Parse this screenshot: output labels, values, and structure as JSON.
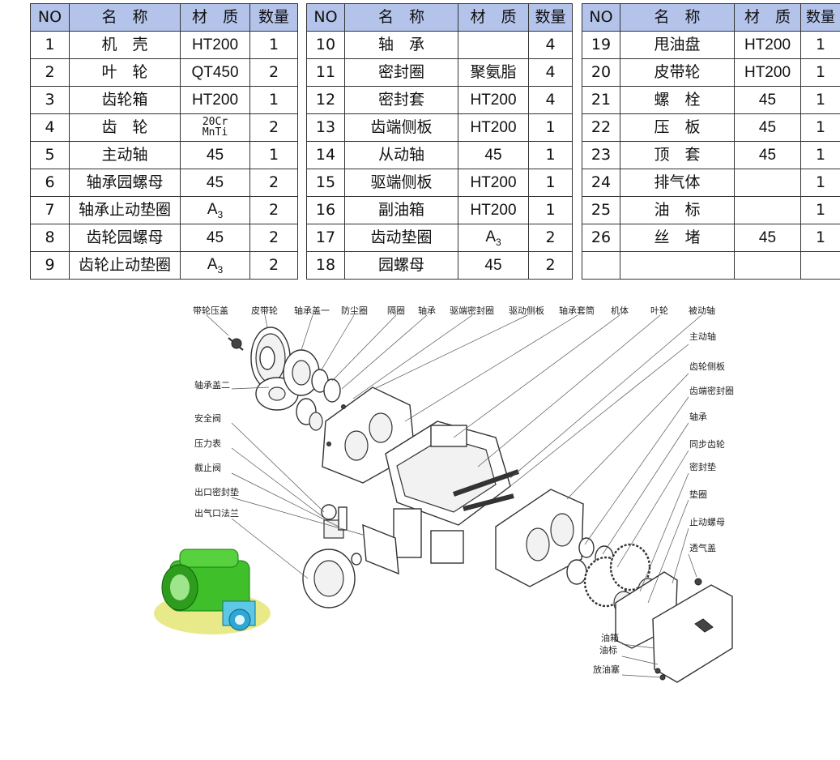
{
  "tables": [
    {
      "header": [
        "NO",
        "名　称",
        "材　质",
        "数量"
      ],
      "rows": [
        [
          "1",
          "机　壳",
          "HT200",
          "1"
        ],
        [
          "2",
          "叶　轮",
          "QT450",
          "2"
        ],
        [
          "3",
          "齿轮箱",
          "HT200",
          "1"
        ],
        [
          "4",
          "齿　轮",
          "20Cr MnTi",
          "2"
        ],
        [
          "5",
          "主动轴",
          "45",
          "1"
        ],
        [
          "6",
          "轴承园螺母",
          "45",
          "2"
        ],
        [
          "7",
          "轴承止动垫圈",
          "A3",
          "2"
        ],
        [
          "8",
          "齿轮园螺母",
          "45",
          "2"
        ],
        [
          "9",
          "齿轮止动垫圈",
          "A3",
          "2"
        ]
      ]
    },
    {
      "header": [
        "NO",
        "名　称",
        "材　质",
        "数量"
      ],
      "rows": [
        [
          "10",
          "轴　承",
          "",
          "4"
        ],
        [
          "11",
          "密封圈",
          "聚氨脂",
          "4"
        ],
        [
          "12",
          "密封套",
          "HT200",
          "4"
        ],
        [
          "13",
          "齿端侧板",
          "HT200",
          "1"
        ],
        [
          "14",
          "从动轴",
          "45",
          "1"
        ],
        [
          "15",
          "驱端侧板",
          "HT200",
          "1"
        ],
        [
          "16",
          "副油箱",
          "HT200",
          "1"
        ],
        [
          "17",
          "齿动垫圈",
          "A3",
          "2"
        ],
        [
          "18",
          "园螺母",
          "45",
          "2"
        ]
      ]
    },
    {
      "header": [
        "NO",
        "名　称",
        "材　质",
        "数量"
      ],
      "rows": [
        [
          "19",
          "甩油盘",
          "HT200",
          "1"
        ],
        [
          "20",
          "皮带轮",
          "HT200",
          "1"
        ],
        [
          "21",
          "螺　栓",
          "45",
          "1"
        ],
        [
          "22",
          "压　板",
          "45",
          "1"
        ],
        [
          "23",
          "顶　套",
          "45",
          "1"
        ],
        [
          "24",
          "排气体",
          "",
          "1"
        ],
        [
          "25",
          "油　标",
          "",
          "1"
        ],
        [
          "26",
          "丝　堵",
          "45",
          "1"
        ],
        [
          "",
          "",
          "",
          ""
        ]
      ]
    }
  ],
  "labels_top": [
    "带轮压盖",
    "皮带轮",
    "轴承盖一",
    "防尘圈",
    "隔圈",
    "轴承",
    "驱端密封圈",
    "驱动侧板",
    "轴承套筒",
    "机体",
    "叶轮",
    "被动轴"
  ],
  "labels_right": [
    "主动轴",
    "齿轮侧板",
    "齿端密封圈",
    "轴承",
    "同步齿轮",
    "密封垫",
    "垫圈",
    "止动螺母",
    "透气盖"
  ],
  "labels_left": [
    "轴承盖二",
    "安全阀",
    "压力表",
    "截止阀",
    "出口密封垫",
    "出气口法兰"
  ],
  "labels_bottom": [
    "油箱",
    "油标",
    "放油塞"
  ],
  "colors": {
    "header_bg": "#b4c3ea",
    "photo_green": "#3fbf2a",
    "photo_base": "#e8ea8a"
  }
}
